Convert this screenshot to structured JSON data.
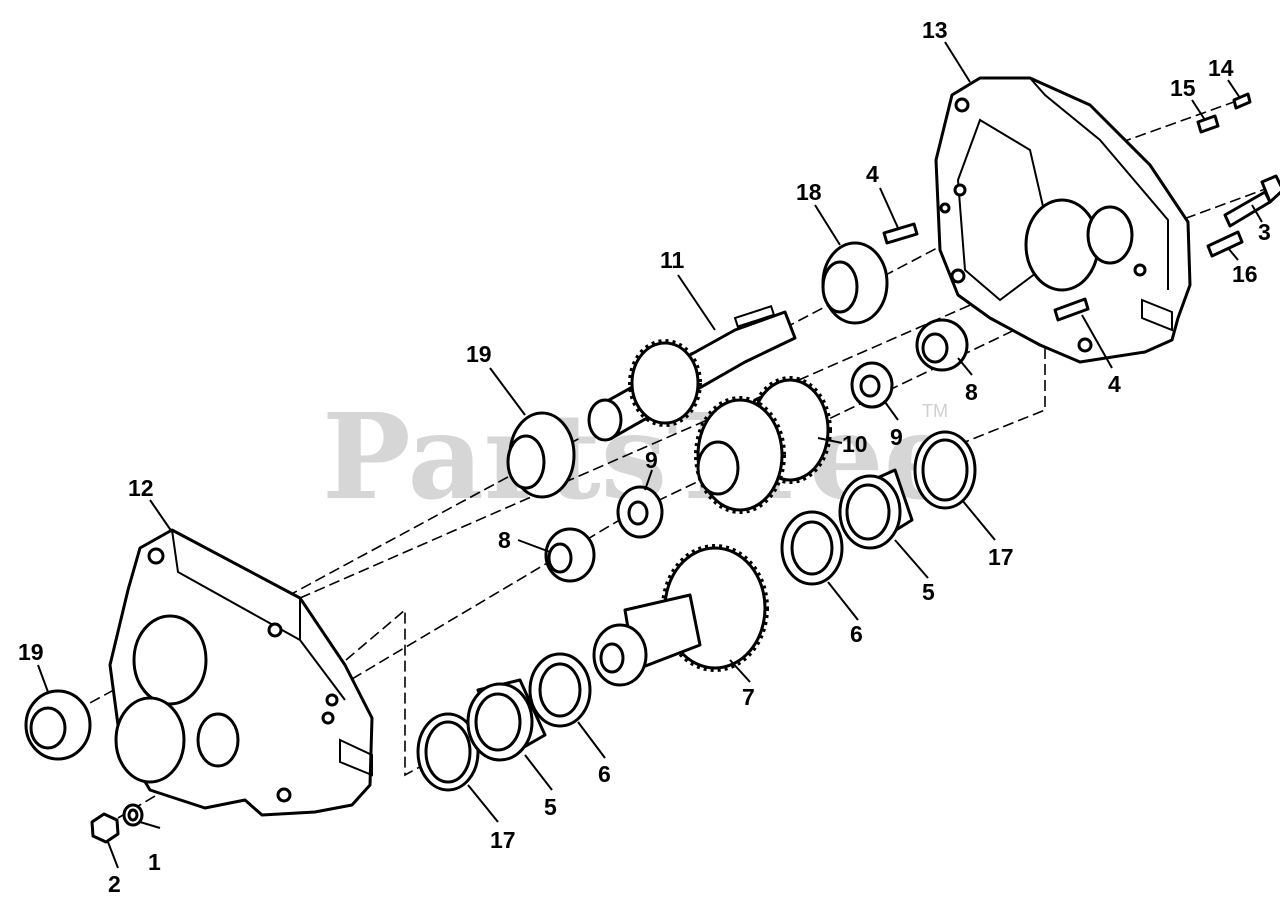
{
  "watermark": {
    "text": "PartsTree",
    "trademark": "TM"
  },
  "callouts": {
    "p1": "1",
    "p2": "2",
    "p3": "3",
    "p4a": "4",
    "p4b": "4",
    "p5a": "5",
    "p5b": "5",
    "p6a": "6",
    "p6b": "6",
    "p7": "7",
    "p8a": "8",
    "p8b": "8",
    "p9a": "9",
    "p9b": "9",
    "p10": "10",
    "p11": "11",
    "p12": "12",
    "p13": "13",
    "p14": "14",
    "p15": "15",
    "p16": "16",
    "p17a": "17",
    "p17b": "17",
    "p18": "18",
    "p19a": "19",
    "p19b": "19"
  },
  "colors": {
    "line": "#000000",
    "watermark": "#cfcfcf",
    "background": "#ffffff"
  }
}
